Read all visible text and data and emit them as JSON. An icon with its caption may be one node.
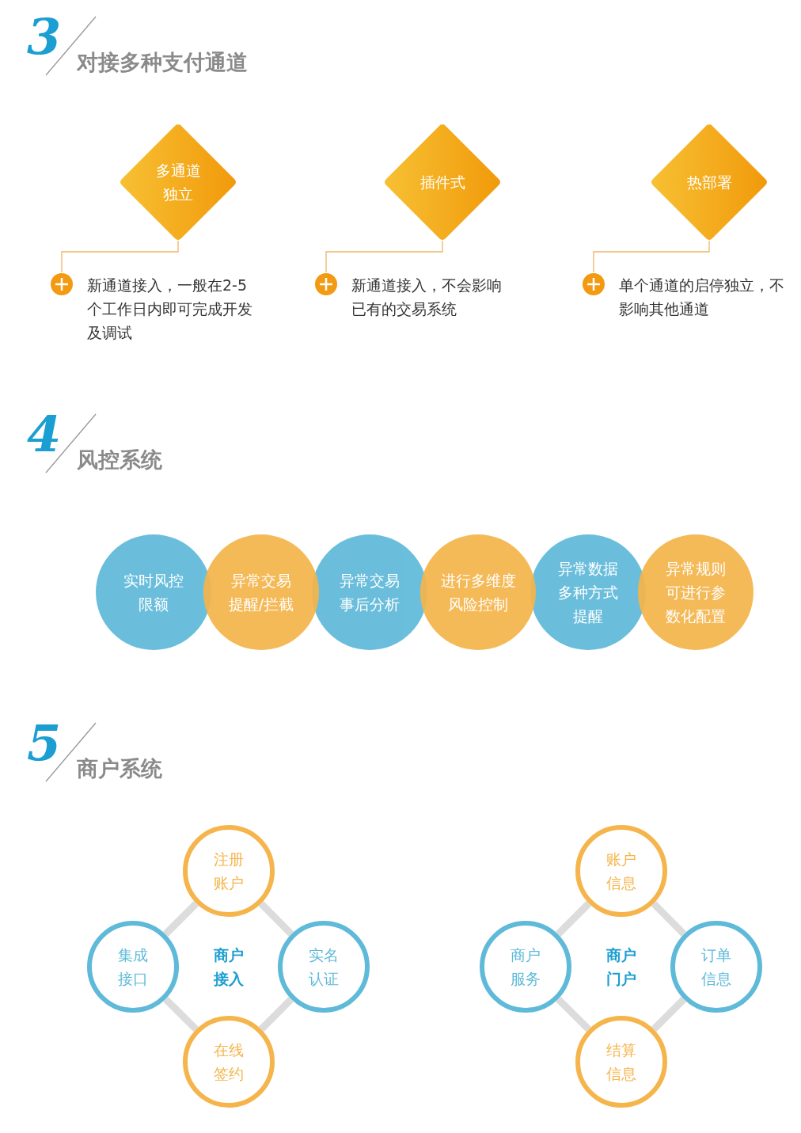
{
  "diagram": {
    "nodes": [
      {
        "text": [
          "多通道独立"
        ]
      },
      {
        "text": [
          "插件式"
        ]
      },
      {
        "text": [
          "热部署"
        ]
      },
      {
        "text": [
          "新通道接入，一般在2-5个工作日内即可完成开发及调试"
        ]
      },
      {
        "text": [
          "新通道接入，不会影响已有的交易系统"
        ]
      },
      {
        "text": [
          "单个通道的启停独立，不影响其他通道"
        ]
      },
      {
        "text": [
          "实时风控限额"
        ]
      },
      {
        "text": [
          "异常交易提醒/拦截"
        ]
      },
      {
        "text": [
          "异常交易事后分析"
        ]
      },
      {
        "text": [
          "进行多维度风险控制"
        ]
      },
      {
        "text": [
          "异常数据多种方式提醒"
        ]
      },
      {
        "text": [
          "异常规则可进行参数化配置"
        ]
      },
      {
        "text": [
          "注册账户"
        ]
      },
      {
        "text": [
          "集成接口"
        ]
      },
      {
        "text": [
          "商户接入"
        ]
      },
      {
        "text": [
          "实名认证"
        ]
      },
      {
        "text": [
          "在线签约"
        ]
      },
      {
        "text": [
          "账户信息"
        ]
      },
      {
        "text": [
          "商户服务"
        ]
      },
      {
        "text": [
          "商户门户"
        ]
      },
      {
        "text": [
          "订单信息"
        ]
      },
      {
        "text": [
          "结算信息"
        ]
      }
    ],
    "edges": [
      {
        "from": 0,
        "to": 3,
        "arrow": "none",
        "color": "#f0b466"
      },
      {
        "from": 1,
        "to": 4,
        "arrow": "none",
        "color": "#f0b466"
      },
      {
        "from": 2,
        "to": 5,
        "arrow": "none",
        "color": "#f0b466"
      },
      {
        "from": 12,
        "to": 15,
        "arrow": "none"
      },
      {
        "from": 15,
        "to": 16,
        "arrow": "none"
      },
      {
        "from": 16,
        "to": 13,
        "arrow": "none"
      },
      {
        "from": 13,
        "to": 12,
        "arrow": "none"
      },
      {
        "from": 17,
        "to": 20,
        "arrow": "none"
      },
      {
        "from": 20,
        "to": 21,
        "arrow": "none"
      },
      {
        "from": 21,
        "to": 18,
        "arrow": "none"
      },
      {
        "from": 18,
        "to": 17,
        "arrow": "none"
      }
    ],
    "labels": [
      "3",
      "对接多种支付通道",
      "4",
      "风控系统",
      "5",
      "商户系统"
    ]
  }
}
